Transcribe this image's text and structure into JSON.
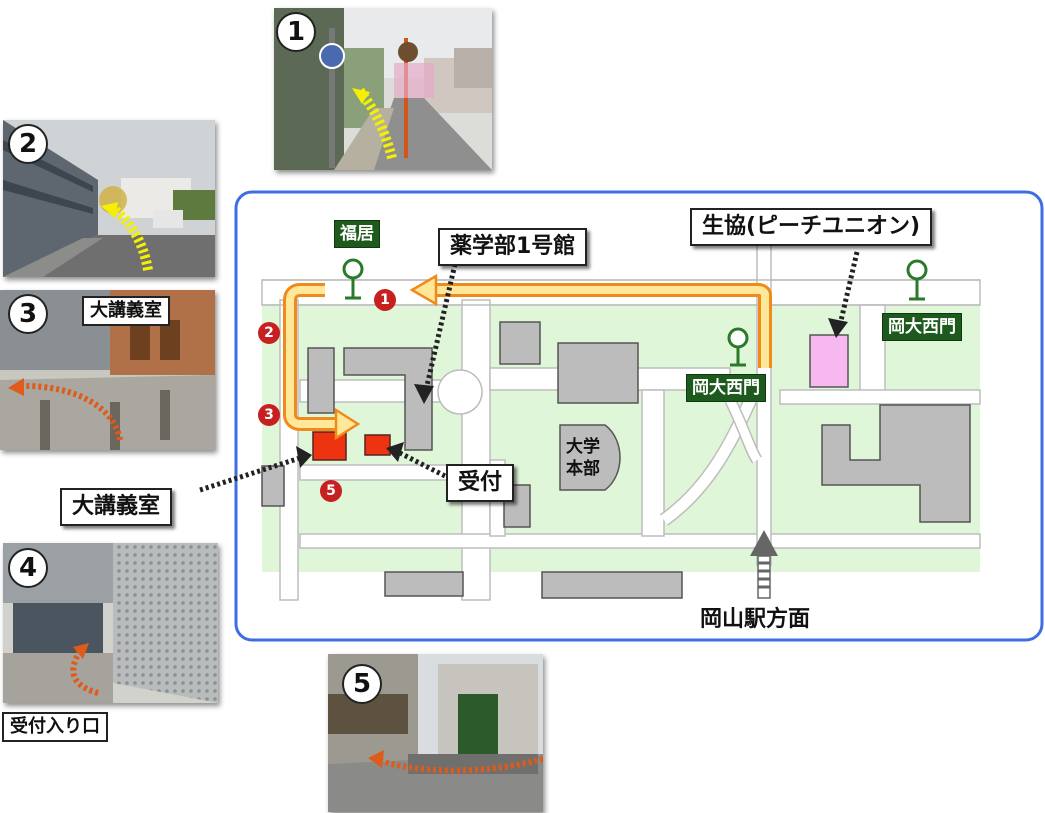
{
  "photos": {
    "p1": {
      "num": "1"
    },
    "p2": {
      "num": "2"
    },
    "p3": {
      "num": "3",
      "label": "大講義室"
    },
    "p4": {
      "num": "4",
      "label": "受付入り口"
    },
    "p5": {
      "num": "5"
    }
  },
  "map": {
    "labels": {
      "pharmacy_building": "薬学部1号館",
      "coop": "生協(ピーチユニオン)",
      "lecture_hall": "大講義室",
      "reception": "受付",
      "station_direction": "岡山駅方面",
      "headquarters_line1": "大学",
      "headquarters_line2": "本部"
    },
    "bus_stops": {
      "fukui": "福居",
      "west_gate_inner": "岡大西門",
      "west_gate_outer": "岡大西門"
    },
    "route_numbers": [
      "1",
      "2",
      "3",
      "5"
    ]
  },
  "colors": {
    "frame": "#3d6fe0",
    "campus_green": "#e0f6d8",
    "building": "#bcbcbc",
    "coop": "#f6b8ee",
    "route_fill": "#ffe89a",
    "route_edge": "#f08a1a",
    "highlight": "#ee3311",
    "tag_green": "#1e5a1e"
  }
}
